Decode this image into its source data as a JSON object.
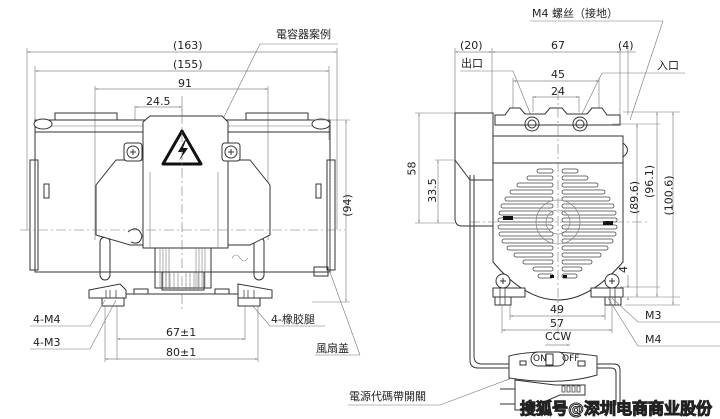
{
  "front_view": {
    "dims": {
      "overall_width": "(163)",
      "body_width": "(155)",
      "mount_span": "91",
      "capacitor_width": "24.5",
      "height": "(94)",
      "foot_inner": "67±1",
      "foot_outer": "80±1"
    },
    "callouts": {
      "capacitor_case": "電容器案例",
      "screw_m4": "4-M4",
      "screw_m3": "4-M3",
      "rubber_feet": "4-橡胶腿",
      "fan_cover": "風扇盖"
    }
  },
  "side_view": {
    "dims": {
      "left_offset": "(20)",
      "depth": "67",
      "right_offset": "(4)",
      "port_spacing": "45",
      "port_center": "24",
      "total_height": "58",
      "lower_height": "33.5",
      "h1": "(89.6)",
      "h2": "(96.1)",
      "h3": "(100.6)",
      "foot_height": "4",
      "foot_inner": "49",
      "foot_outer": "57"
    },
    "callouts": {
      "ground_screw": "M4 螺丝（接地）",
      "outlet": "出口",
      "inlet": "入口",
      "screw_m3": "M3",
      "screw_m4": "M4",
      "rotation": "CCW",
      "cord_switch": "電源代碼帶開關"
    },
    "switch": {
      "on_label": "ON",
      "off_label": "OFF"
    }
  },
  "watermark": "搜狐号@深圳电商商业股份"
}
